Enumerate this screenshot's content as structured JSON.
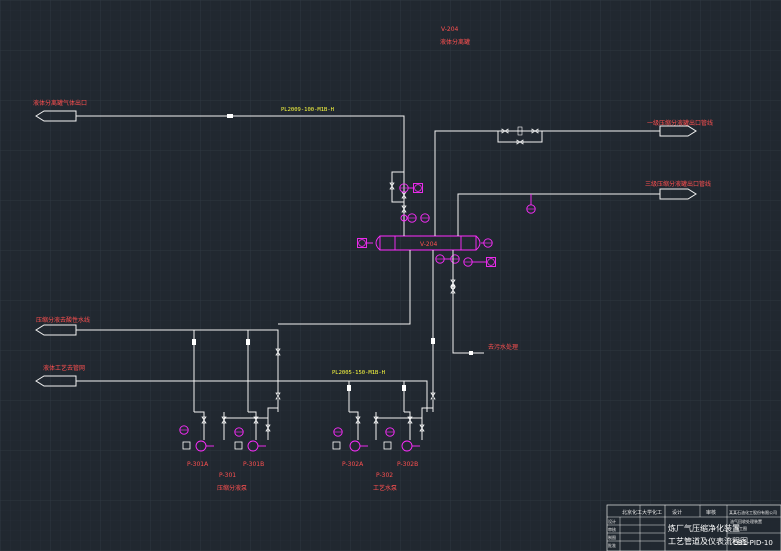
{
  "colors": {
    "background": "#212830",
    "grid": "#2c343e",
    "pipe": "#f2f2f2",
    "label": "#ff5050",
    "line_number": "#ffff40",
    "instrument": "#ff2cff",
    "title_block": "#e8e8e8"
  },
  "vessel_top": {
    "tag": "V-204",
    "name": "液体分离罐"
  },
  "vessel": {
    "tag": "V-204"
  },
  "streams": {
    "inlet_left_top": "液体分离罐气体出口",
    "right_top": "一级压缩分液罐出口管线",
    "right_mid": "三级压缩分液罐出口管线",
    "left_mid": "压缩分液去酸性水线",
    "left_bottom": "液体工艺去管网",
    "drain": "去污水处理"
  },
  "line_numbers": {
    "top": "PL2009-100-M1B-H",
    "bottom": "PL2005-150-M1B-H"
  },
  "pumps": [
    {
      "tag": "P-301A"
    },
    {
      "tag": "P-301B"
    },
    {
      "tag": "P-302A"
    },
    {
      "tag": "P-302B"
    }
  ],
  "pump_groups": [
    {
      "tag": "P-301",
      "name": "压缩分液泵"
    },
    {
      "tag": "P-302",
      "name": "工艺水泵"
    }
  ],
  "title_block": {
    "company": "北京化工大学化工",
    "col_design": "设计",
    "col_check": "审核",
    "rows": [
      "设计",
      "审核",
      "制图",
      "批准"
    ],
    "project_line1": "某某石油化工股份有限公司",
    "project_line2": "油气回收处理装置",
    "drawing_title_1": "炼厂气压缩净化装置",
    "drawing_title_2": "工艺管道及仪表流程图",
    "drawing_number": "CB1-PID-10",
    "stage": "施工图"
  }
}
